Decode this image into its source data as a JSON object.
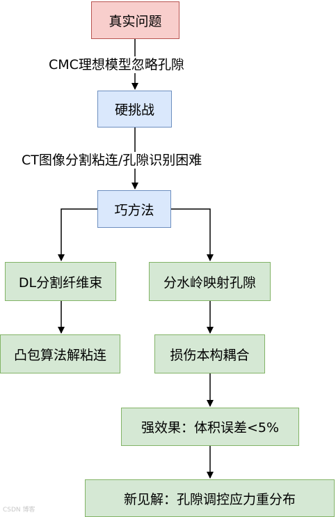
{
  "diagram": {
    "nodes": {
      "real_problem": "真实问题",
      "hard_challenge": "硬挑战",
      "clever_method": "巧方法",
      "dl_segmentation": "DL分割纤维束",
      "watershed": "分水岭映射孔隙",
      "convex_hull": "凸包算法解粘连",
      "damage_coupling": "损伤本构耦合",
      "strong_effect": "强效果：体积误差<5%",
      "new_insight": "新见解：孔隙调控应力重分布"
    },
    "edge_labels": {
      "cmc_model": "CMC理想模型忽略孔隙",
      "ct_difficulty": "CT图像分割粘连/孔隙识别困难"
    },
    "colors": {
      "problem_fill": "#f8cecc",
      "problem_stroke": "#b85450",
      "challenge_fill": "#dae8fc",
      "challenge_stroke": "#6c8ebf",
      "step_fill": "#d5e8d4",
      "step_stroke": "#82b366",
      "arrow": "#000000"
    }
  },
  "watermark": "CSDN 博客"
}
